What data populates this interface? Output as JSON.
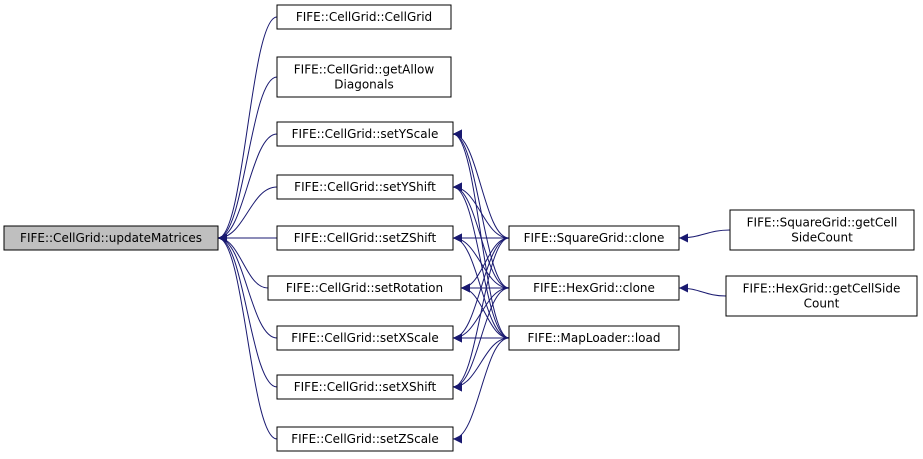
{
  "colors": {
    "edge": "#191970",
    "node_fill": "#ffffff",
    "node_focus_fill": "#bfbfbf",
    "node_stroke": "#000000"
  },
  "nodes": {
    "update": {
      "lines": [
        "FIFE::CellGrid::updateMatrices"
      ],
      "focus": true
    },
    "cellgrid": {
      "lines": [
        "FIFE::CellGrid::CellGrid"
      ]
    },
    "getallow": {
      "lines": [
        "FIFE::CellGrid::getAllow",
        "Diagonals"
      ]
    },
    "setyscale": {
      "lines": [
        "FIFE::CellGrid::setYScale"
      ]
    },
    "setyshift": {
      "lines": [
        "FIFE::CellGrid::setYShift"
      ]
    },
    "setzshift": {
      "lines": [
        "FIFE::CellGrid::setZShift"
      ]
    },
    "setrotation": {
      "lines": [
        "FIFE::CellGrid::setRotation"
      ]
    },
    "setxscale": {
      "lines": [
        "FIFE::CellGrid::setXScale"
      ]
    },
    "setxshift": {
      "lines": [
        "FIFE::CellGrid::setXShift"
      ]
    },
    "setzscale": {
      "lines": [
        "FIFE::CellGrid::setZScale"
      ]
    },
    "sqclone": {
      "lines": [
        "FIFE::SquareGrid::clone"
      ]
    },
    "hexclone": {
      "lines": [
        "FIFE::HexGrid::clone"
      ]
    },
    "mapload": {
      "lines": [
        "FIFE::MapLoader::load"
      ]
    },
    "sqgetcell": {
      "lines": [
        "FIFE::SquareGrid::getCell",
        "SideCount"
      ]
    },
    "hexgetcell": {
      "lines": [
        "FIFE::HexGrid::getCellSide",
        "Count"
      ]
    }
  },
  "edges": [
    [
      "cellgrid",
      "update"
    ],
    [
      "getallow",
      "update"
    ],
    [
      "setyscale",
      "update"
    ],
    [
      "setyshift",
      "update"
    ],
    [
      "setzshift",
      "update"
    ],
    [
      "setrotation",
      "update"
    ],
    [
      "setxscale",
      "update"
    ],
    [
      "setxshift",
      "update"
    ],
    [
      "setzscale",
      "update"
    ],
    [
      "sqclone",
      "setyscale"
    ],
    [
      "hexclone",
      "setyscale"
    ],
    [
      "mapload",
      "setyscale"
    ],
    [
      "sqclone",
      "setyshift"
    ],
    [
      "hexclone",
      "setyshift"
    ],
    [
      "mapload",
      "setyshift"
    ],
    [
      "sqclone",
      "setzshift"
    ],
    [
      "hexclone",
      "setzshift"
    ],
    [
      "mapload",
      "setzshift"
    ],
    [
      "sqclone",
      "setrotation"
    ],
    [
      "hexclone",
      "setrotation"
    ],
    [
      "mapload",
      "setrotation"
    ],
    [
      "sqclone",
      "setxscale"
    ],
    [
      "hexclone",
      "setxscale"
    ],
    [
      "mapload",
      "setxscale"
    ],
    [
      "sqclone",
      "setxshift"
    ],
    [
      "hexclone",
      "setxshift"
    ],
    [
      "mapload",
      "setxshift"
    ],
    [
      "mapload",
      "setzscale"
    ],
    [
      "sqgetcell",
      "sqclone"
    ],
    [
      "hexgetcell",
      "hexclone"
    ]
  ]
}
